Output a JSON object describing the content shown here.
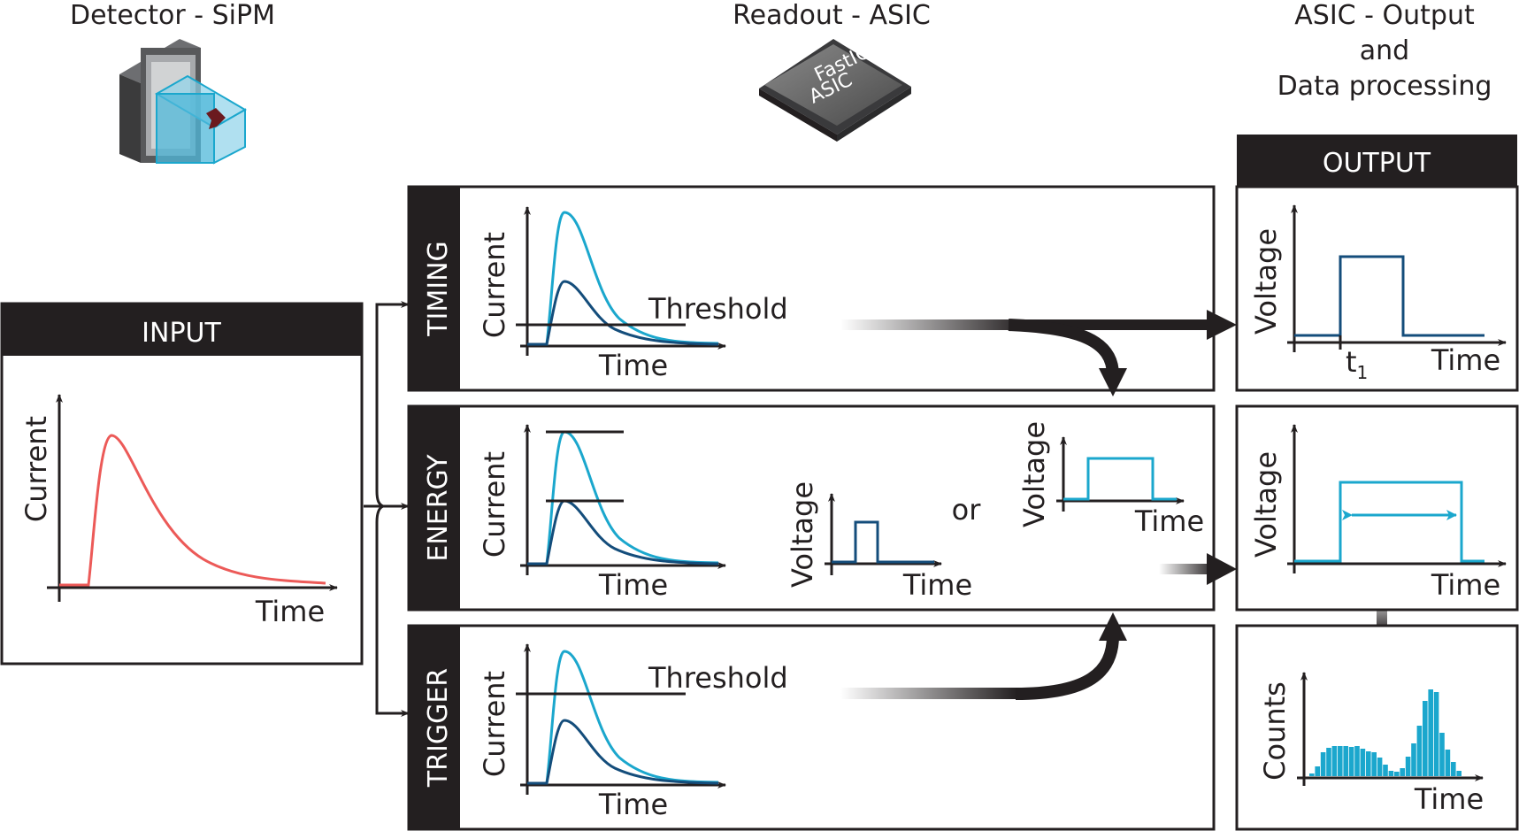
{
  "headers": {
    "detector": "Detector - SiPM",
    "readout": "Readout - ASIC",
    "output_line1": "ASIC - Output",
    "output_line2": "and",
    "output_line3": "Data processing"
  },
  "chip": {
    "line1": "FastIC",
    "line2": "ASIC"
  },
  "input_box": {
    "title": "INPUT",
    "ylabel": "Current",
    "xlabel": "Time"
  },
  "output_title": "OUTPUT",
  "timing": {
    "side": "TIMING",
    "ylabel": "Current",
    "xlabel": "Time",
    "threshold": "Threshold"
  },
  "energy": {
    "side": "ENERGY",
    "ylabel": "Current",
    "xlabel": "Time",
    "pulse1_ylabel": "Voltage",
    "pulse1_xlabel": "Time",
    "or": "or",
    "pulse2_ylabel": "Voltage",
    "pulse2_xlabel": "Time"
  },
  "trigger": {
    "side": "TRIGGER",
    "ylabel": "Current",
    "xlabel": "Time",
    "threshold": "Threshold"
  },
  "out_timing": {
    "ylabel": "Voltage",
    "xlabel": "Time",
    "t1": "t",
    "t1_sub": "1"
  },
  "out_energy": {
    "ylabel": "Voltage",
    "xlabel": "Time"
  },
  "out_hist": {
    "ylabel": "Counts",
    "xlabel": "Time",
    "bars": [
      3,
      11,
      27,
      32,
      34,
      34,
      34,
      33,
      34,
      31,
      28,
      27,
      21,
      13,
      6,
      5,
      9,
      22,
      37,
      57,
      85,
      98,
      95,
      49,
      30,
      16,
      6
    ]
  },
  "colors": {
    "dark": "#231f20",
    "light_blue": "#1ba7cd",
    "dark_blue": "#144d7b",
    "red": "#ec5a58"
  }
}
